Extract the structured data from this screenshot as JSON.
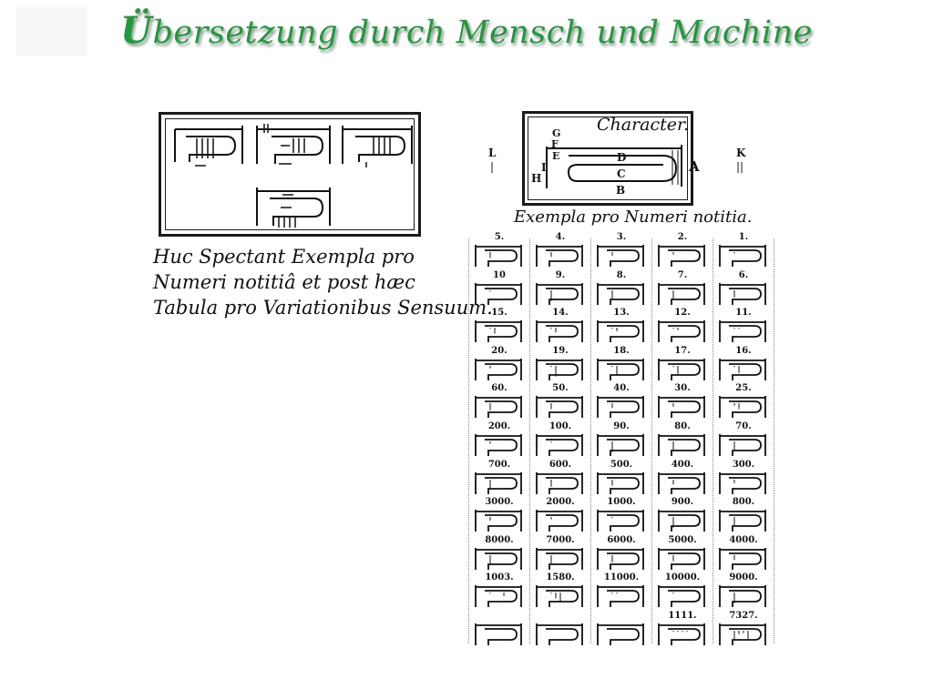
{
  "slide": {
    "title_initial": "Ü",
    "title_rest": "bersetzung durch Mensch und Machine"
  },
  "left_panel": {
    "caption_lines": [
      "Huc Spectant Exempla pro",
      "Numeri notitiâ et post hæc",
      "Tabula pro Variationibus Sensuum."
    ]
  },
  "right_panel": {
    "character_title": "Character.",
    "letters": {
      "A": "A",
      "B": "B",
      "C": "C",
      "D": "D",
      "E": "E",
      "F": "F",
      "G": "G",
      "H": "H",
      "I": "I",
      "K": "K",
      "L": "L"
    },
    "exempla_title": "Exempla pro Numeri notitia.",
    "numeral_rows": [
      [
        "5.",
        "4.",
        "3.",
        "2.",
        "1."
      ],
      [
        "10",
        "9.",
        "8.",
        "7.",
        "6."
      ],
      [
        "15.",
        "14.",
        "13.",
        "12.",
        "11."
      ],
      [
        "20.",
        "19.",
        "18.",
        "17.",
        "16."
      ],
      [
        "60.",
        "50.",
        "40.",
        "30.",
        "25."
      ],
      [
        "200.",
        "100.",
        "90.",
        "80.",
        "70."
      ],
      [
        "700.",
        "600.",
        "500.",
        "400.",
        "300."
      ],
      [
        "3000.",
        "2000.",
        "1000.",
        "900.",
        "800."
      ],
      [
        "8000.",
        "7000.",
        "6000.",
        "5000.",
        "4000."
      ],
      [
        "1003.",
        "1580.",
        "11000.",
        "10000.",
        "9000."
      ],
      [
        "",
        "",
        "",
        "1111.",
        "7327."
      ]
    ]
  },
  "colors": {
    "title_green": "#1f9a3c",
    "ink": "#111111"
  }
}
